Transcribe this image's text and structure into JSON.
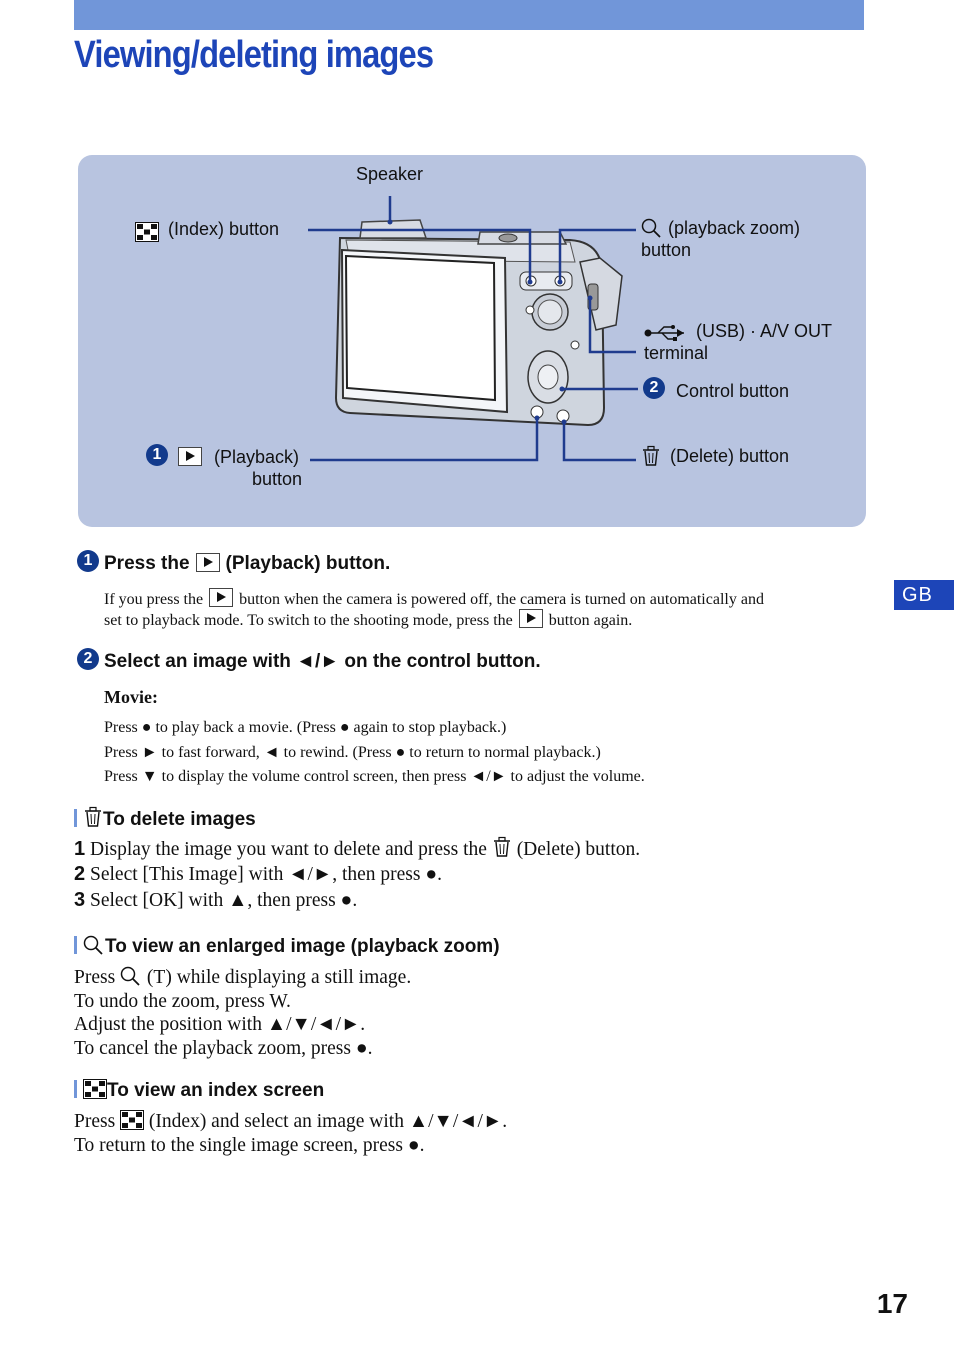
{
  "header": {
    "title": "Viewing/deleting images"
  },
  "side_tab": "GB",
  "page_number": "17",
  "figure": {
    "speaker": "Speaker",
    "index_button": "(Index) button",
    "zoom_line1": "(playback zoom)",
    "zoom_line2": "button",
    "usb_line1": "(USB) · A/V OUT",
    "usb_line2": "terminal",
    "control_button": "Control button",
    "playback_line1": "(Playback)",
    "playback_line2": "button",
    "delete_button": "(Delete) button",
    "num1": "1",
    "num2": "2"
  },
  "step1": {
    "num": "1",
    "heading_pre": "Press the",
    "heading_post": "(Playback) button.",
    "text_a": "If you press the",
    "text_b": "button when the camera is powered off, the camera is turned on automatically and",
    "text_c": "set to playback mode. To switch to the shooting mode, press the",
    "text_d": "button again."
  },
  "step2": {
    "num": "2",
    "heading": "Select an image with ◄/► on the control button.",
    "movie_label": "Movie:",
    "lines": [
      "Press ● to play back a movie. (Press ● again to stop playback.)",
      "Press ► to fast forward, ◄ to rewind. (Press ● to return to normal playback.)",
      "Press ▼ to display the volume control screen, then press ◄/► to adjust the volume."
    ]
  },
  "delete_section": {
    "heading": "To delete images",
    "s1_num": "1",
    "s1_a": "Display the image you want to delete and press the",
    "s1_b": "(Delete) button.",
    "s2_num": "2",
    "s2": "Select [This Image] with ◄/►, then press ●.",
    "s3_num": "3",
    "s3": "Select [OK] with ▲, then press ●."
  },
  "zoom_section": {
    "heading": "To view an enlarged image (playback zoom)",
    "l1_a": "Press",
    "l1_b": "(T) while displaying a still image.",
    "l2": "To undo the zoom, press W.",
    "l3": "Adjust the position with ▲/▼/◄/►.",
    "l4": "To cancel the playback zoom, press ●."
  },
  "index_section": {
    "heading": "To view an index screen",
    "l1_a": "Press",
    "l1_b": "(Index) and select an image with ▲/▼/◄/►.",
    "l2": "To return to the single image screen, press ●."
  },
  "colors": {
    "title_blue": "#1d45b8",
    "bar_blue": "#7196d9",
    "figure_bg": "#b8c4e0"
  }
}
